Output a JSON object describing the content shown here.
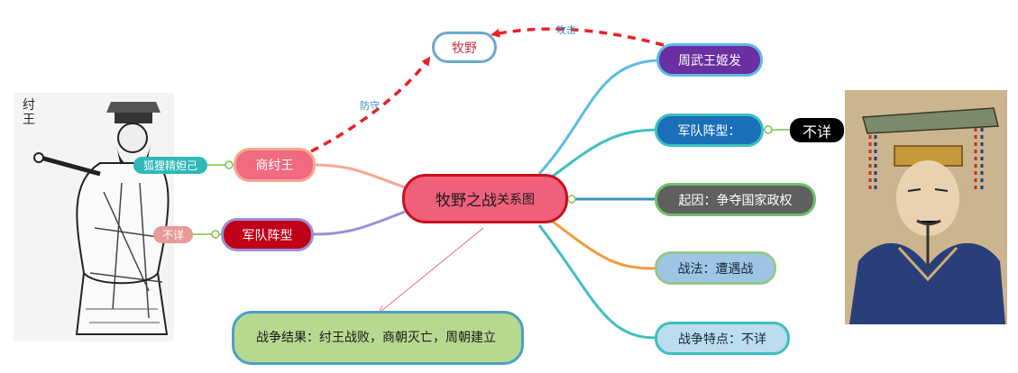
{
  "central": {
    "main": "牧野之战",
    "suffix": "关系图"
  },
  "muye": "牧野",
  "zhou_king": "周武王姬发",
  "zhou_formation": "军队阵型：",
  "zhou_formation_value": "不详",
  "cause": "起因：争夺国家政权",
  "tactic": "战法：遭遇战",
  "feature": "战争特点：不详",
  "shang_king": "商纣王",
  "shang_consort": "狐狸精妲己",
  "shang_formation": "军队阵型",
  "shang_formation_value": "不详",
  "result": "战争结果：纣王战败，商朝灭亡，周朝建立",
  "edge_attack": "攻击",
  "edge_defend": "防守",
  "left_portrait_caption": "纣王",
  "colors": {
    "central_fill": "#f0607a",
    "central_border": "#c8101e",
    "zhou_king_fill": "#6a2fa0",
    "zhou_formation_fill": "#1a6fb8",
    "cause_fill": "#5f5f5f",
    "tactic_fill": "#9ec5e6",
    "feature_fill": "#bcdcef",
    "shang_king_fill": "#f06a80",
    "shang_formation_fill": "#c00018",
    "result_fill": "#b7d98f",
    "dashed_edge": "#e8202a"
  }
}
